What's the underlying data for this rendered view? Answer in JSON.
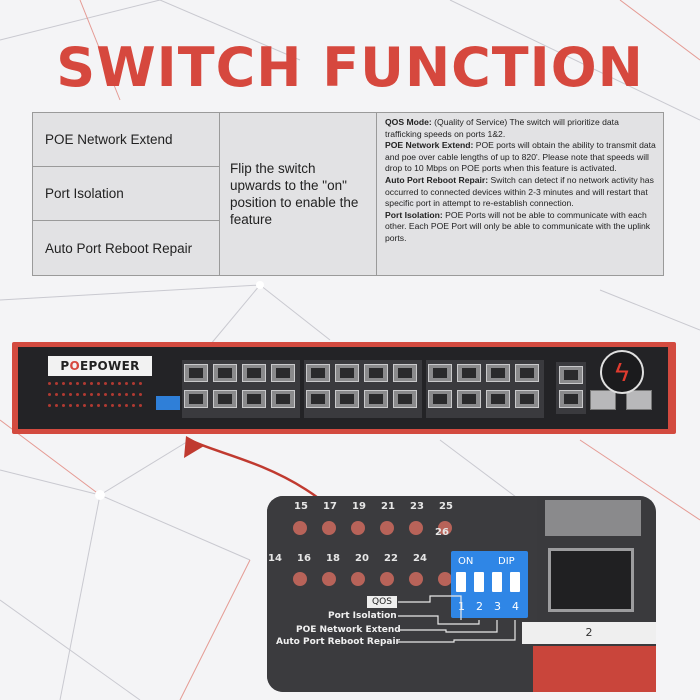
{
  "title": "SWITCH FUNCTION",
  "features": [
    {
      "name": "POE Network Extend"
    },
    {
      "name": "Port Isolation"
    },
    {
      "name": "Auto Port Reboot Repair"
    }
  ],
  "instruction": "Flip the switch upwards to the \"on\" position to enable the feature",
  "descriptions": [
    {
      "label": "QOS Mode:",
      "text": " (Quality of Service) The switch will prioritize data trafficking speeds on ports 1&2."
    },
    {
      "label": "POE Network Extend:",
      "text": " POE ports will obtain the ability to transmit data and poe over cable lengths of up to 820'. Please note that speeds will drop to 10 Mbps on POE ports when this feature is activated."
    },
    {
      "label": "Auto Port Reboot Repair:",
      "text": " Switch can detect if no network activity has occurred to connected devices within 2-3 minutes and will restart that specific port in attempt to re-establish connection."
    },
    {
      "label": "Port Isolation:",
      "text": " POE Ports will not be able to communicate with each other. Each POE Port will only be able to communicate with the uplink ports."
    }
  ],
  "device": {
    "brand_prefix": "P",
    "brand_mid": "O",
    "brand_suffix": "EPOWER"
  },
  "zoom": {
    "top_numbers": [
      "15",
      "17",
      "19",
      "21",
      "23",
      "25"
    ],
    "bottom_numbers": [
      "14",
      "16",
      "18",
      "20",
      "22",
      "24",
      "26"
    ],
    "dip_on": "ON",
    "dip_dip": "DIP",
    "dip_numbers": [
      "1",
      "2",
      "3",
      "4"
    ],
    "qos": "QOS",
    "port_isolation": "Port Isolation",
    "poe_extend": "POE Network Extend",
    "auto_reboot": "Auto Port Reboot Repair",
    "port_label": "2"
  },
  "colors": {
    "accent": "#d6483e",
    "dip": "#2f86e6"
  }
}
